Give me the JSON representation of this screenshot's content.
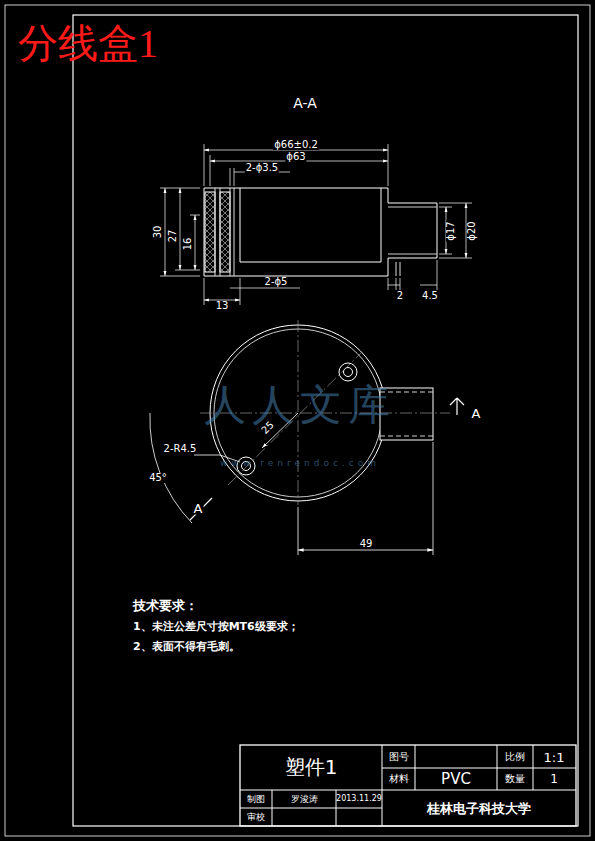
{
  "diagram": {
    "title": "分线盒1",
    "labels": [
      "A-A",
      "ϕ66±0.2",
      "ϕ63",
      "2-ϕ3.5",
      "30",
      "27",
      "16",
      "13",
      "2-ϕ5",
      "2",
      "4.5",
      "ϕ17",
      "ϕ20",
      "A",
      "A",
      "2-R4.5",
      "45°",
      "25",
      "49",
      "技术要求：",
      "1、未注公差尺寸按MT6级要求；",
      "2、表面不得有毛刺。",
      "塑件1",
      "图号",
      "材料",
      "PVC",
      "比例",
      "1:1",
      "数量",
      "1",
      "制图",
      "罗浚涛",
      "2013.11.29",
      "审校",
      "桂林电子科技大学",
      "人人文库",
      "www.renrendoc.com"
    ]
  }
}
